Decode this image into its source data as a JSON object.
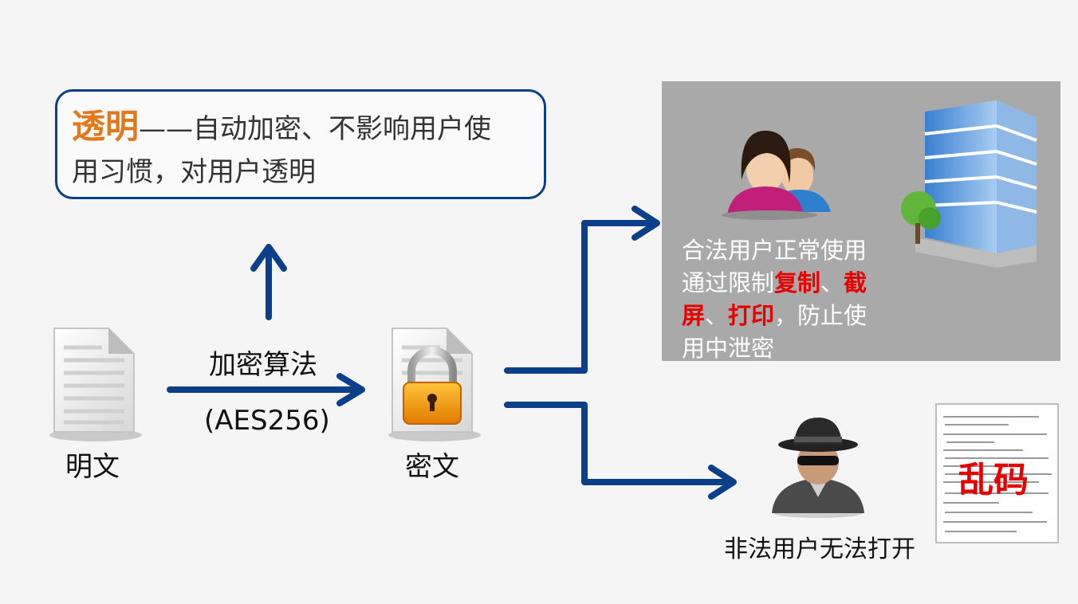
{
  "note": {
    "highlight": "透明",
    "text_line1": "——自动加密、不影响用户使",
    "text_line2": "用习惯，对用户透明"
  },
  "plaintext_label": "明文",
  "algorithm_label": "加密算法",
  "algorithm_name": "(AES256)",
  "ciphertext_label": "密文",
  "legal": {
    "line1": "合法用户正常使用",
    "line2_a": "通过限制",
    "line2_b": "复制",
    "line2_c": "、",
    "line2_d": "截",
    "line3_a": "屏",
    "line3_b": "、",
    "line3_c": "打印",
    "line3_d": "，防止使",
    "line4": "用中泄密"
  },
  "illegal_label": "非法用户无法打开",
  "garbled_label": "乱码",
  "colors": {
    "arrow": "#0c3f8a",
    "highlight": "#e2771c",
    "warning": "#e60000",
    "panel": "#a9a9a9"
  }
}
